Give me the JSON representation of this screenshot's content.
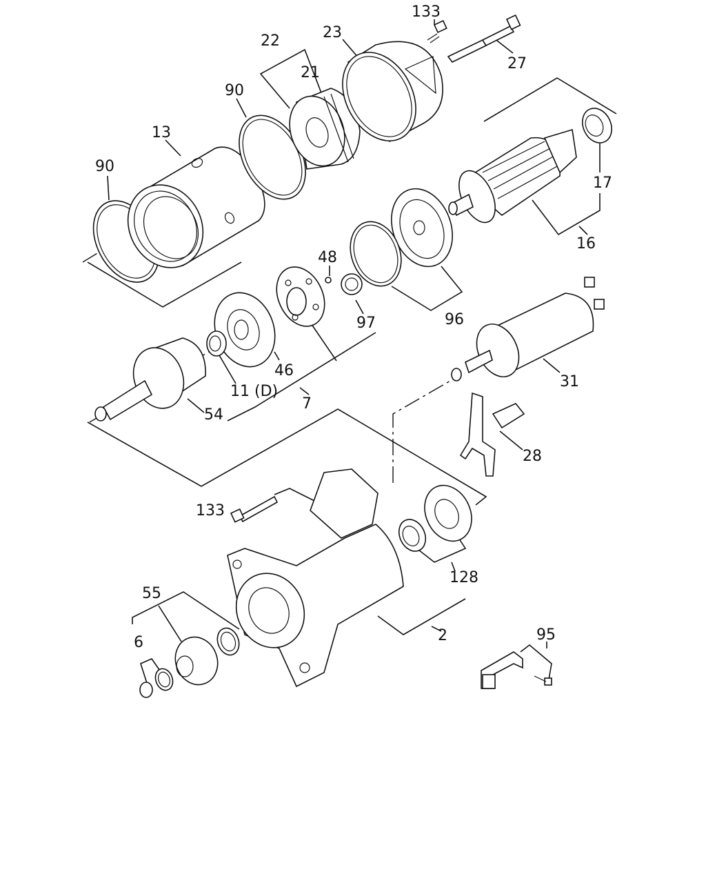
{
  "diagram": {
    "callouts": {
      "c133_top": "133",
      "c23": "23",
      "c22": "22",
      "c21": "21",
      "c27": "27",
      "c90_top": "90",
      "c13": "13",
      "c90_left": "90",
      "c17": "17",
      "c16": "16",
      "c48": "48",
      "c97": "97",
      "c96": "96",
      "c46": "46",
      "c7": "7",
      "c11d": "11 (D)",
      "c54": "54",
      "c31": "31",
      "c28": "28",
      "c133_mid": "133",
      "c128": "128",
      "c55": "55",
      "c6": "6",
      "c2": "2",
      "c95": "95"
    }
  }
}
